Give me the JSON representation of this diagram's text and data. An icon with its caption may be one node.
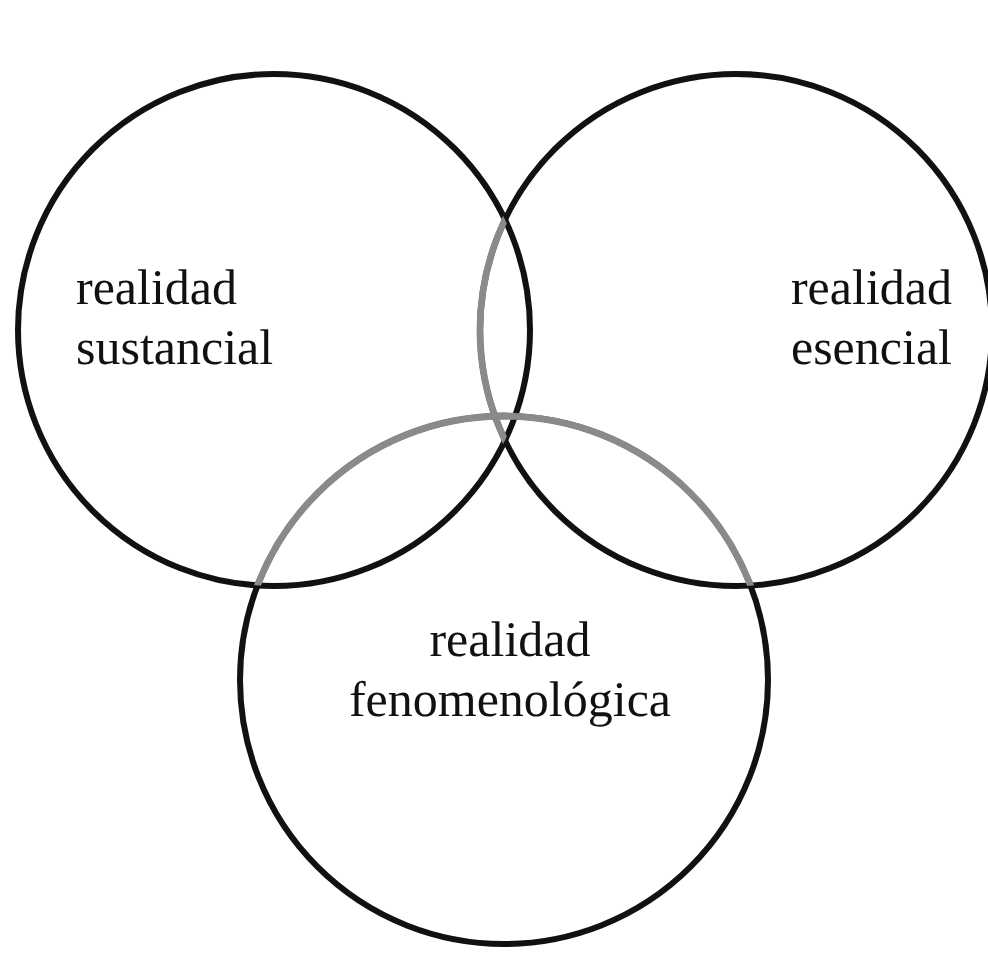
{
  "diagram": {
    "nodes": [
      {
        "text": [
          "realidad sustancial"
        ]
      },
      {
        "text": [
          "realidad esencial"
        ]
      },
      {
        "text": [
          "realidad fenomenológica"
        ]
      }
    ]
  }
}
